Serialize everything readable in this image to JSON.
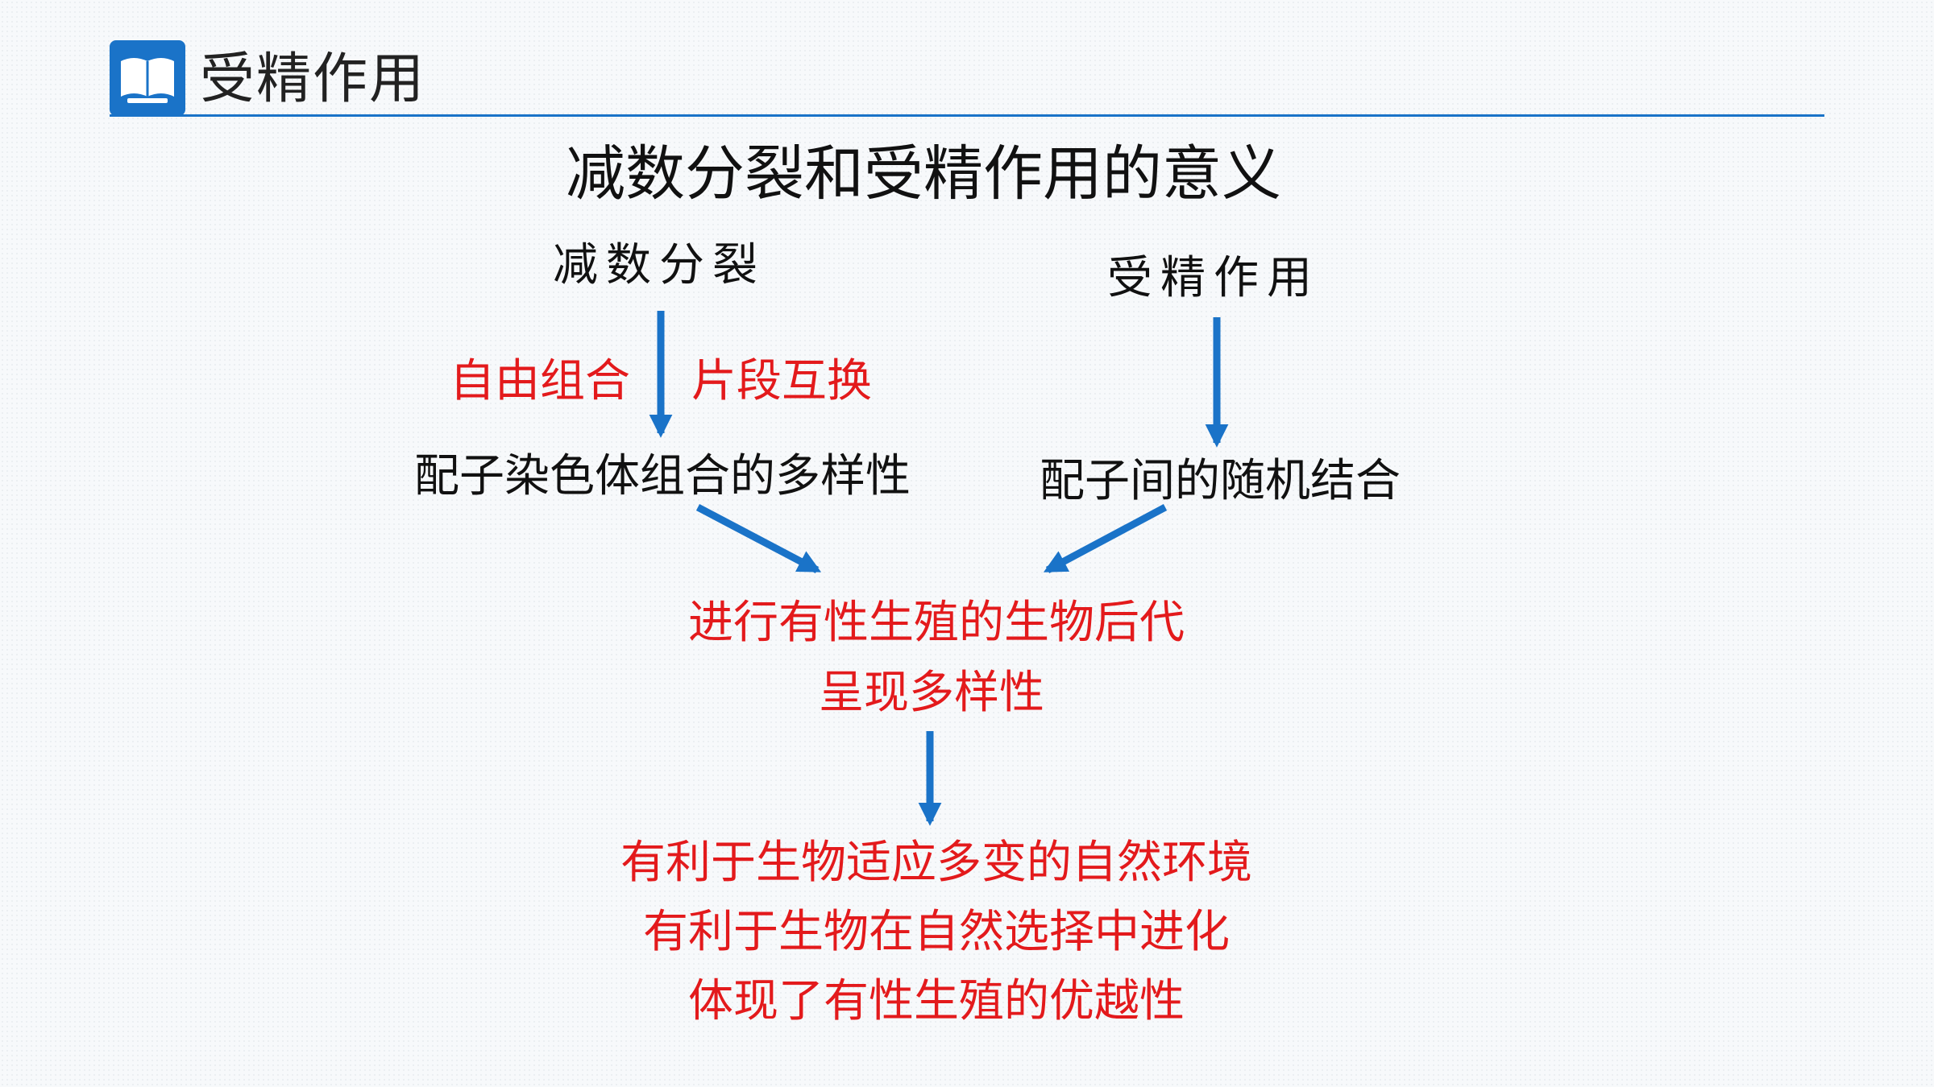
{
  "header": {
    "title": "受精作用",
    "logo_icon": "book-logo-icon",
    "accent_color": "#1a73c8"
  },
  "main_title": "减数分裂和受精作用的意义",
  "diagram": {
    "node_meiosis": "减数分裂",
    "node_fertilization": "受精作用",
    "edge_free_combination": "自由组合",
    "edge_crossing_over": "片段互换",
    "node_gamete_diversity": "配子染色体组合的多样性",
    "node_random_union": "配子间的随机结合",
    "node_offspring_diversity_line1": "进行有性生殖的生物后代",
    "node_offspring_diversity_line2": "呈现多样性",
    "conclusions": [
      "有利于生物适应多变的自然环境",
      "有利于生物在自然选择中进化",
      "体现了有性生殖的优越性"
    ],
    "colors": {
      "black_text": "#111111",
      "red_text": "#e31a1c",
      "arrow": "#1a73c8"
    }
  }
}
